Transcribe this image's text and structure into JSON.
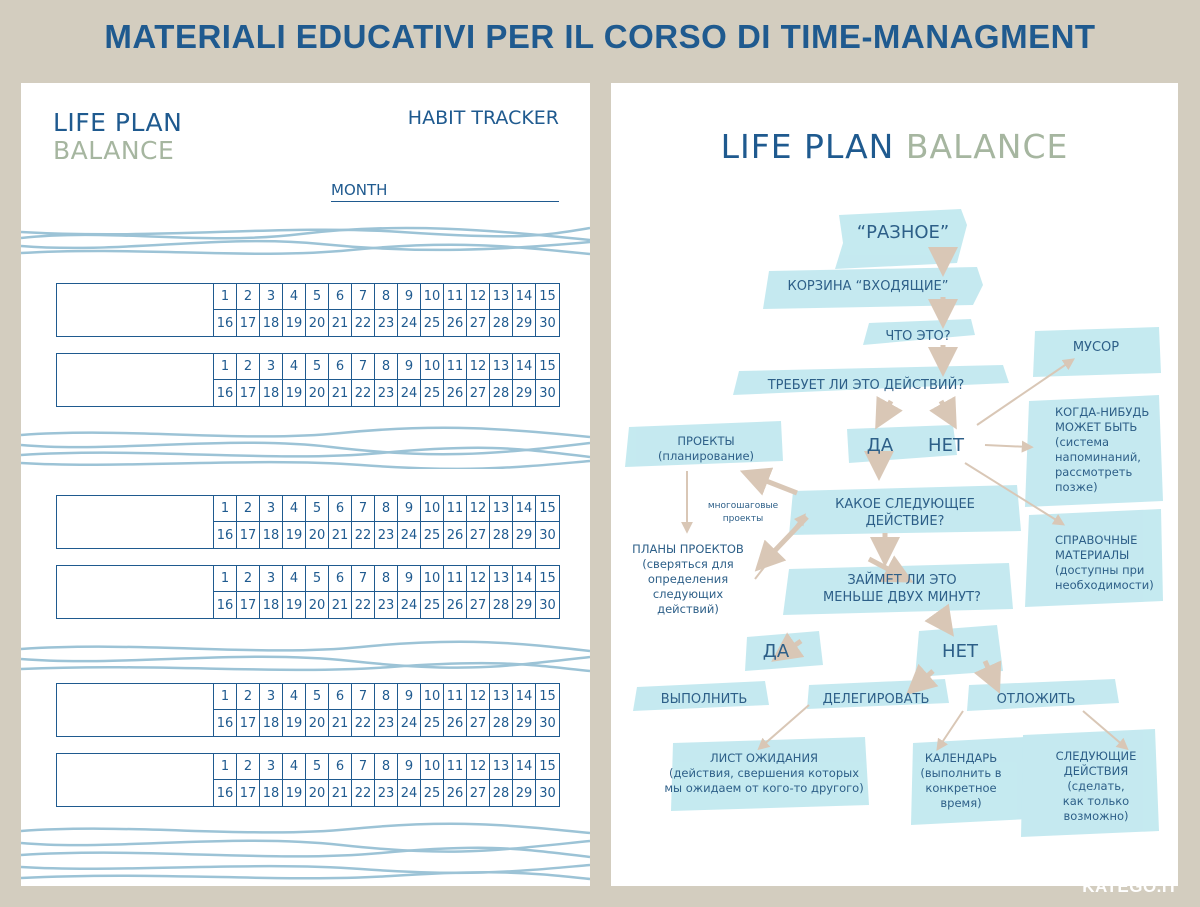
{
  "header": {
    "title": "MATERIALI EDUCATIVI PER IL CORSO DI TIME-MANAGMENT"
  },
  "left_page": {
    "brand_line1": "LIFE PLAN",
    "brand_line2": "BALANCE",
    "tracker_title": "HABIT TRACKER",
    "month_label": "MONTH",
    "days_row1": [
      "1",
      "2",
      "3",
      "4",
      "5",
      "6",
      "7",
      "8",
      "9",
      "10",
      "11",
      "12",
      "13",
      "14",
      "15"
    ],
    "days_row2": [
      "16",
      "17",
      "18",
      "19",
      "20",
      "21",
      "22",
      "23",
      "24",
      "25",
      "26",
      "27",
      "28",
      "29",
      "30"
    ]
  },
  "right_page": {
    "brand_a": "LIFE  PLAN",
    "brand_b": "BALANCE",
    "flow": {
      "razn": "“РАЗНОЕ”",
      "inbox": "КОРЗИНА “ВХОДЯЩИЕ”",
      "what": "ЧТО ЭТО?",
      "action_q": "ТРЕБУЕТ ЛИ ЭТО ДЕЙСТВИЙ?",
      "yes1": "ДА",
      "no1": "НЕТ",
      "trash": "МУСОР",
      "someday_1": "КОГДА-НИБУДЬ",
      "someday_2": "МОЖЕТ БЫТЬ",
      "someday_3": "(система",
      "someday_4": "напоминаний,",
      "someday_5": "рассмотреть",
      "someday_6": "позже)",
      "ref_1": "СПРАВОЧНЫЕ",
      "ref_2": "МАТЕРИАЛЫ",
      "ref_3": "(доступны при",
      "ref_4": "необходимости)",
      "projects_1": "ПРОЕКТЫ",
      "projects_2": "(планирование)",
      "multistep_1": "многошаговые",
      "multistep_2": "проекты",
      "next_1": "КАКОЕ СЛЕДУЮЩЕЕ",
      "next_2": "ДЕЙСТВИЕ?",
      "plans_1": "ПЛАНЫ ПРОЕКТОВ",
      "plans_2": "(сверяться для",
      "plans_3": "определения",
      "plans_4": "следующих",
      "plans_5": "действий)",
      "two_min_1": "ЗАЙМЕТ ЛИ ЭТО",
      "two_min_2": "МЕНЬШЕ ДВУХ МИНУТ?",
      "yes2": "ДА",
      "no2": "НЕТ",
      "do": "ВЫПОЛНИТЬ",
      "delegate": "ДЕЛЕГИРОВАТЬ",
      "defer": "ОТЛОЖИТЬ",
      "waiting_1": "ЛИСТ ОЖИДАНИЯ",
      "waiting_2": "(действия, свершения которых",
      "waiting_3": "мы ожидаем от кого-то другого)",
      "calendar_1": "КАЛЕНДАРЬ",
      "calendar_2": "(выполнить в",
      "calendar_3": "конкретное",
      "calendar_4": "время)",
      "nextact_1": "СЛЕДУЮЩИЕ",
      "nextact_2": "ДЕЙСТВИЯ",
      "nextact_3": "(сделать,",
      "nextact_4": "как только",
      "nextact_5": "возможно)"
    }
  },
  "footer": {
    "watermark": "KATEGO.IT"
  },
  "colors": {
    "background": "#d3cdbf",
    "navy": "#1f5a8f",
    "sage": "#a6b6a0",
    "watercolor": "#7fd0de",
    "arrow": "#d9c7b6",
    "wave": "#9cc3d6"
  }
}
